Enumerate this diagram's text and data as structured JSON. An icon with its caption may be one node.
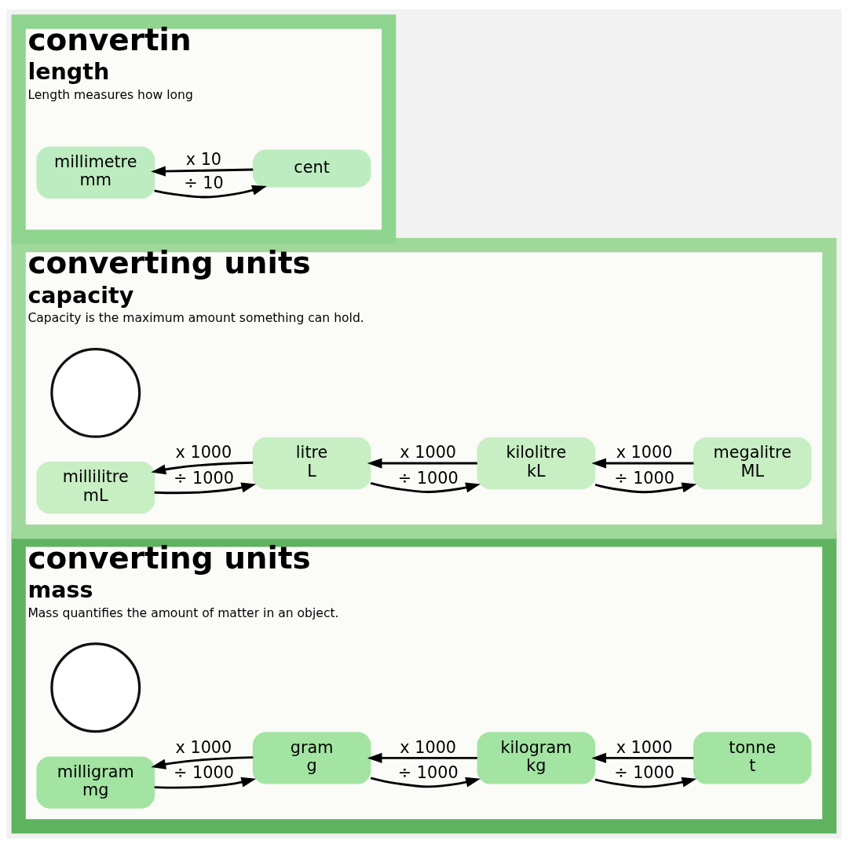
{
  "diagram": {
    "nodes": [
      {
        "text": [
          "converting units",
          "mass",
          "Mass quantifies the amount of matter in an object."
        ]
      },
      {
        "text": [],
        "shape": "circle",
        "in": 0
      },
      {
        "text": [
          "milligram",
          "mg"
        ],
        "in": 0
      },
      {
        "text": [
          "gram",
          "g"
        ],
        "in": 0
      },
      {
        "text": [
          "kilogram",
          "kg"
        ],
        "in": 0
      },
      {
        "text": [
          "tonne",
          "t"
        ],
        "in": 0
      },
      {
        "text": [
          "converting units",
          "capacity",
          "Capacity is the maximum amount something can hold."
        ]
      },
      {
        "text": [],
        "shape": "circle",
        "in": 6
      },
      {
        "text": [
          "millilitre",
          "mL"
        ],
        "in": 6
      },
      {
        "text": [
          "litre",
          "L"
        ],
        "in": 6
      },
      {
        "text": [
          "kilolitre",
          "kL"
        ],
        "in": 6
      },
      {
        "text": [
          "megalitre",
          "ML"
        ],
        "in": 6
      },
      {
        "text": [
          "convertin",
          "length",
          "Length measures how long"
        ]
      },
      {
        "text": [
          "millimetre",
          "mm"
        ],
        "in": 12
      },
      {
        "text": [
          "cent"
        ],
        "in": 12
      }
    ],
    "edges": [
      {
        "from": 2,
        "to": 3,
        "arrow": "to",
        "label": "÷ 1000"
      },
      {
        "from": 3,
        "to": 4,
        "arrow": "to",
        "label": "÷ 1000"
      },
      {
        "from": 4,
        "to": 5,
        "arrow": "to",
        "label": "÷ 1000"
      },
      {
        "from": 3,
        "to": 2,
        "arrow": "to",
        "label": "x 1000"
      },
      {
        "from": 4,
        "to": 3,
        "arrow": "to",
        "label": "x 1000"
      },
      {
        "from": 5,
        "to": 4,
        "arrow": "to",
        "label": "x 1000"
      },
      {
        "from": 8,
        "to": 9,
        "arrow": "to",
        "label": "÷ 1000"
      },
      {
        "from": 9,
        "to": 10,
        "arrow": "to",
        "label": "÷ 1000"
      },
      {
        "from": 10,
        "to": 11,
        "arrow": "to",
        "label": "÷ 1000"
      },
      {
        "from": 9,
        "to": 8,
        "arrow": "to",
        "label": "x 1000"
      },
      {
        "from": 10,
        "to": 9,
        "arrow": "to",
        "label": "x 1000"
      },
      {
        "from": 11,
        "to": 10,
        "arrow": "to",
        "label": "x 1000"
      },
      {
        "from": 13,
        "to": 14,
        "arrow": "to",
        "label": "÷ 10"
      },
      {
        "from": 14,
        "to": 13,
        "arrow": "to",
        "label": "x 10"
      }
    ]
  }
}
